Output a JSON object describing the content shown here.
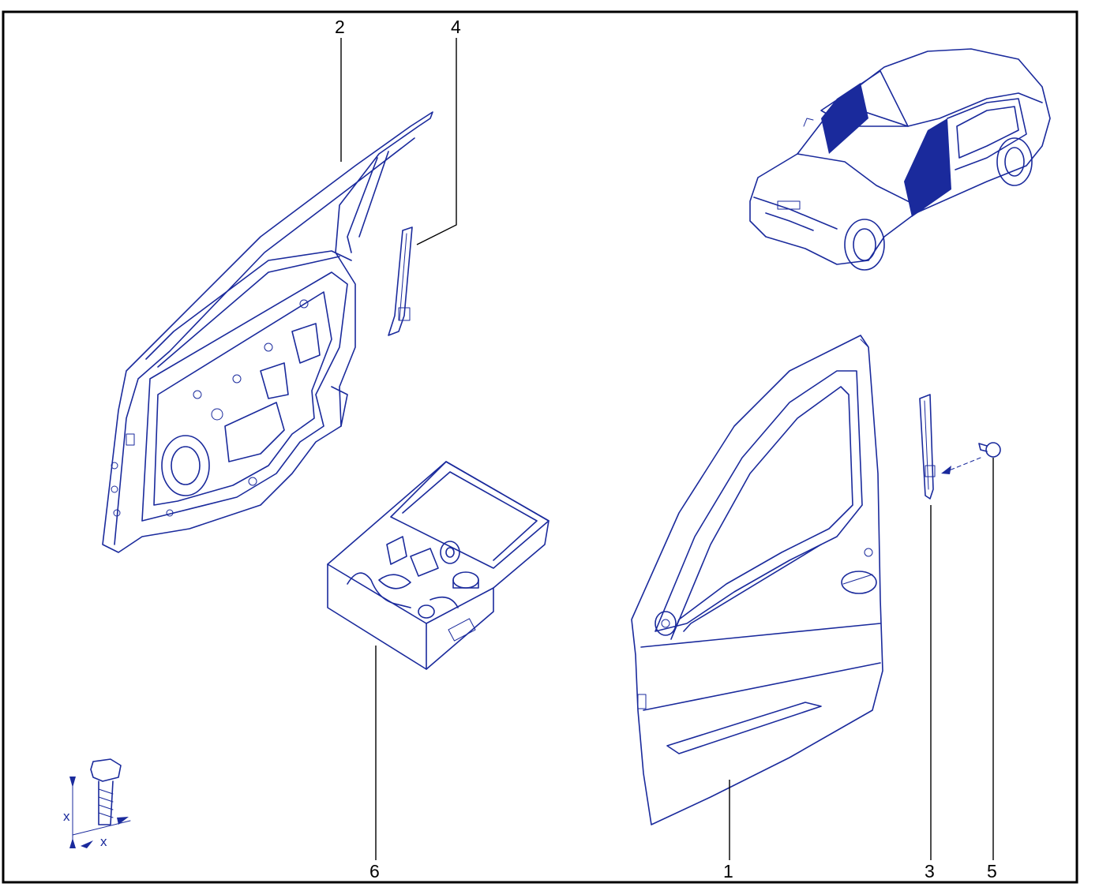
{
  "callouts": {
    "part_1": "1",
    "part_2": "2",
    "part_3": "3",
    "part_4": "4",
    "part_5": "5",
    "part_6": "6"
  },
  "torque_symbol": {
    "dimension_label_1": "x",
    "dimension_label_2": "x"
  },
  "colors": {
    "line_art": "#1a2a9c",
    "highlight": "#1a2a9c",
    "callout_text": "#000000",
    "frame": "#000000"
  }
}
